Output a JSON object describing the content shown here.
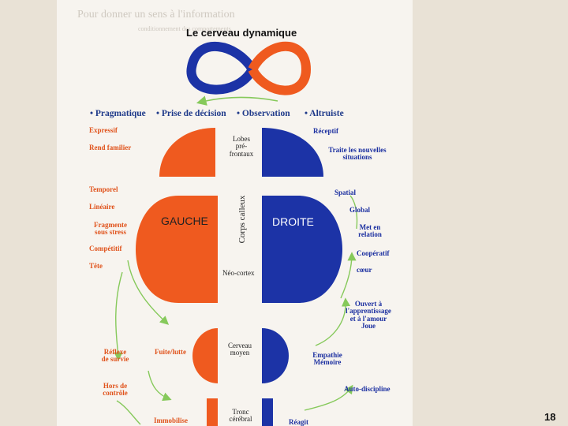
{
  "header": {
    "faded_line_1": "Pour donner un sens à l'information",
    "faded_line_2": "conditionnement des comportements",
    "title": "Le cerveau dynamique"
  },
  "modes": [
    "• Pragmatique",
    "• Prise de décision",
    "• Observation",
    "• Altruiste"
  ],
  "left_labels": {
    "expressif": "Expressif",
    "rend_familier": "Rend familier",
    "temporel": "Temporel",
    "lineaire": "Linéaire",
    "fragmente": "Fragmente\nsous stress",
    "competitif": "Compétitif",
    "tete": "Tête",
    "reflexe": "Réflexe\nde survie",
    "fuite": "Fuite/lutte",
    "hors": "Hors de\ncontrôle",
    "immobilise": "Immobilise"
  },
  "right_labels": {
    "receptif": "Réceptif",
    "traite": "Traite les nouvelles\nsituations",
    "spatial": "Spatial",
    "global": "Global",
    "met_en_relation": "Met en\nrelation",
    "cooperatif": "Coopératif",
    "coeur": "cœur",
    "ouvert": "Ouvert à\nl'apprentissage\net à l'amour\nJoue",
    "empathie": "Empathie\nMémoire",
    "auto": "Auto-discipline",
    "reagit": "Réagit"
  },
  "center_labels": {
    "lobes": "Lobes\npré-\nfrontaux",
    "gauche": "GAUCHE",
    "droite": "DROITE",
    "corps": "Corps calleux",
    "neo": "Néo-cortex",
    "moyen": "Cerveau\nmoyen",
    "tronc": "Tronc\ncérébral"
  },
  "page_number": "18",
  "colors": {
    "orange": "#ef5a1f",
    "blue": "#1c33a6",
    "green": "#86c95b"
  }
}
